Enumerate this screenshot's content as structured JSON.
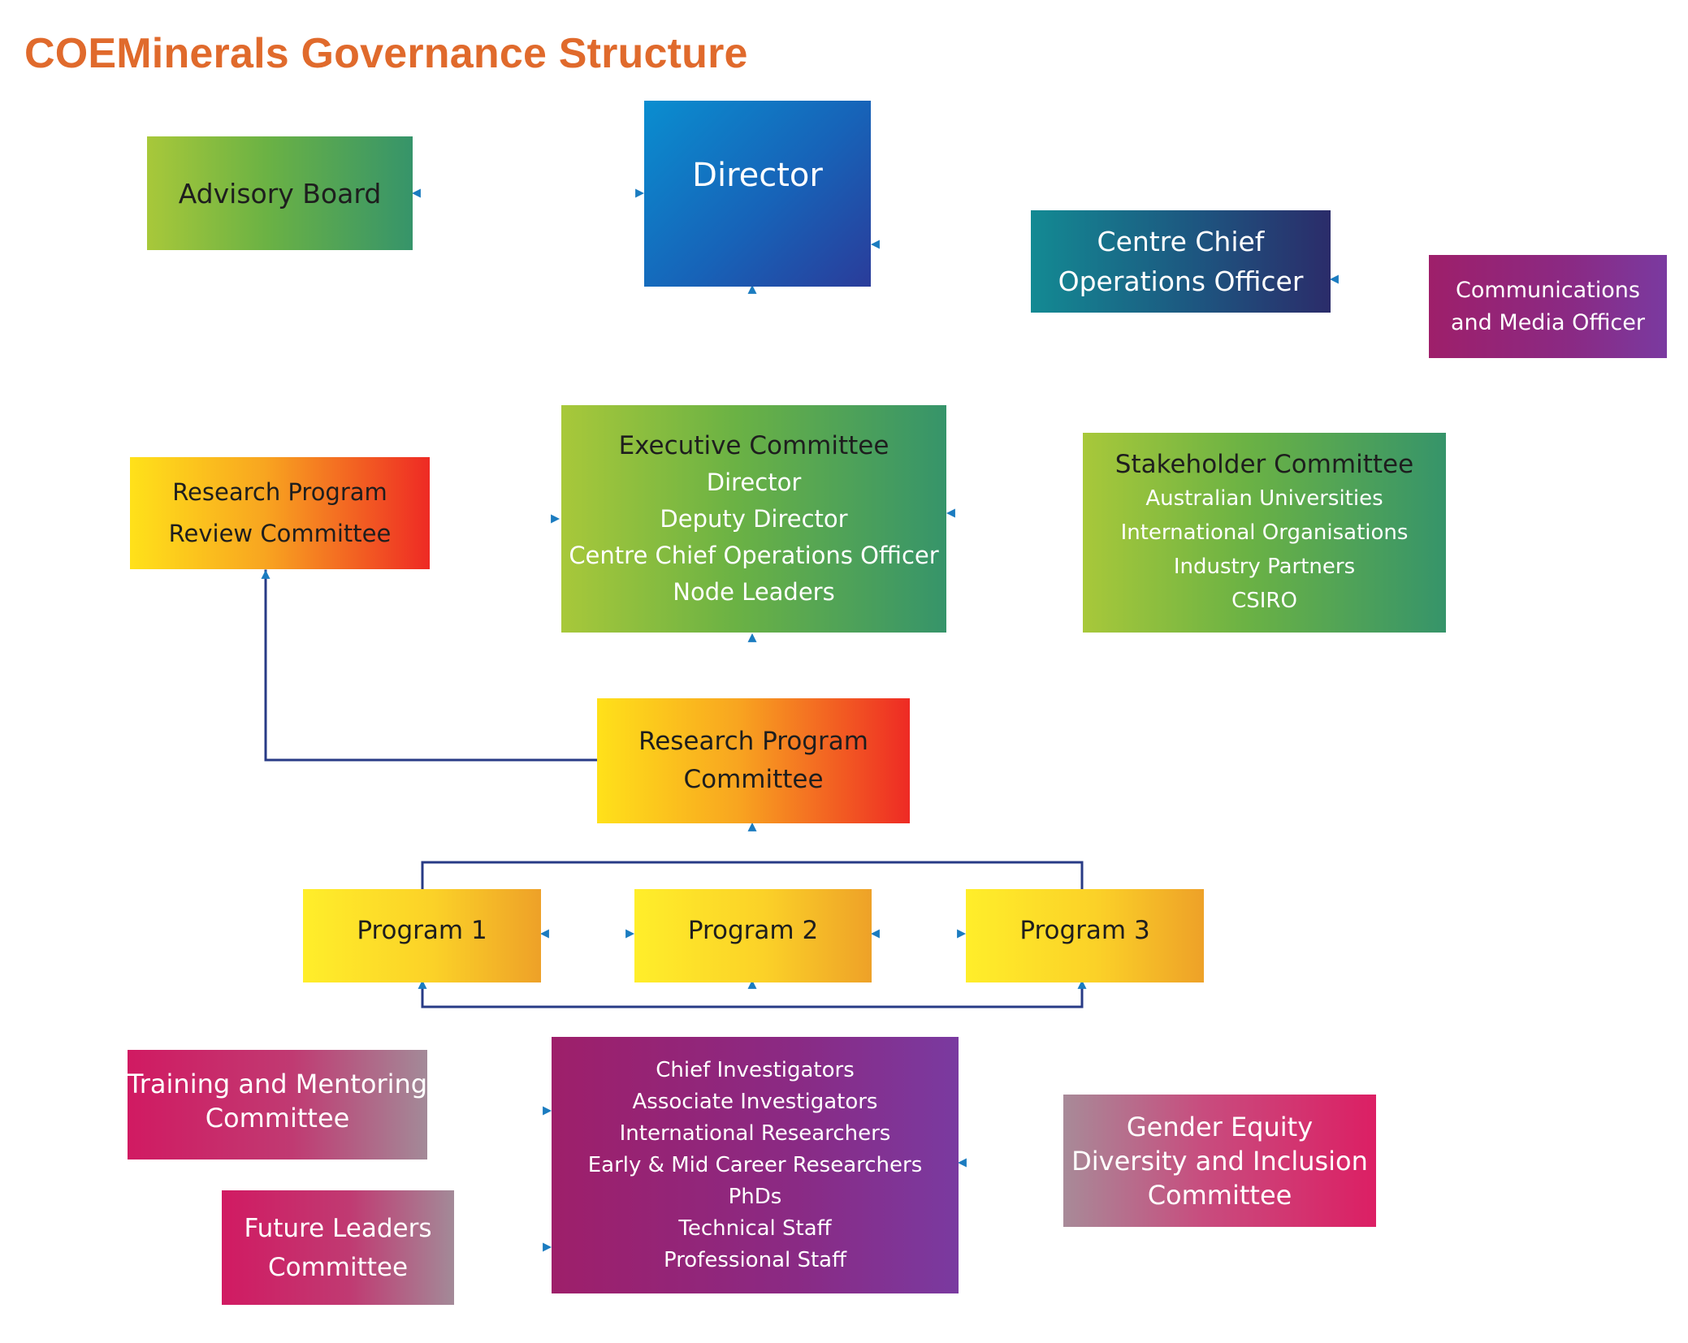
{
  "title": "COEMinerals Governance Structure",
  "colors": {
    "title": "#e06a2c",
    "connector_dark": "#283b86",
    "connector_light": "#1b92c8"
  },
  "nodes": {
    "advisory_board": {
      "lines": [
        "Advisory Board"
      ]
    },
    "director": {
      "lines": [
        "Director"
      ]
    },
    "ccoo": {
      "lines": [
        "Centre Chief",
        "Operations Officer"
      ]
    },
    "comms": {
      "lines": [
        "Communications",
        "and Media Officer"
      ]
    },
    "rprc": {
      "lines": [
        "Research Program",
        "Review Committee"
      ]
    },
    "exec": {
      "lines": [
        "Executive Committee",
        "Director",
        "Deputy Director",
        "Centre Chief Operations Officer",
        "Node Leaders"
      ]
    },
    "stakeholder": {
      "lines": [
        "Stakeholder Committee",
        "Australian Universities",
        "International Organisations",
        "Industry Partners",
        "CSIRO"
      ]
    },
    "rpc": {
      "lines": [
        "Research Program",
        "Committee"
      ]
    },
    "program1": {
      "lines": [
        "Program 1"
      ]
    },
    "program2": {
      "lines": [
        "Program 2"
      ]
    },
    "program3": {
      "lines": [
        "Program 3"
      ]
    },
    "training": {
      "lines": [
        "Training and Mentoring",
        "Committee"
      ]
    },
    "future": {
      "lines": [
        "Future Leaders",
        "Committee"
      ]
    },
    "people": {
      "lines": [
        "Chief Investigators",
        "Associate Investigators",
        "International Researchers",
        "Early & Mid Career Researchers",
        "PhDs",
        "Technical Staff",
        "Professional Staff"
      ]
    },
    "gender": {
      "lines": [
        "Gender Equity",
        "Diversity and Inclusion",
        "Committee"
      ]
    }
  }
}
